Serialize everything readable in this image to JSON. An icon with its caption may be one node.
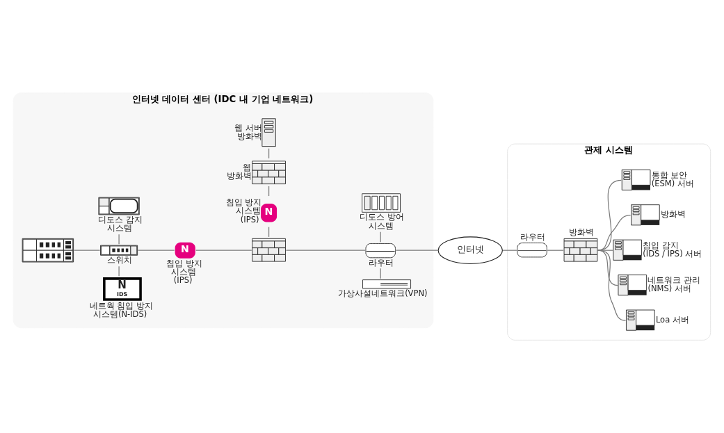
{
  "diagram": {
    "nodes": [
      {
        "text": [
          "인터넷 데이터 센터 (IDC 내 기업 네트워크)"
        ]
      },
      {
        "text": [
          "웹 서버 방화벽"
        ],
        "in": 0
      },
      {
        "text": [
          "웹 방화벽"
        ],
        "in": 0
      },
      {
        "text": [
          "디도스 감지 시스템"
        ],
        "in": 0
      },
      {
        "text": [
          "디도스 방어 시스템"
        ],
        "in": 0
      },
      {
        "text": [
          "침입 방지 시스템 (IPS)",
          "N"
        ],
        "in": 0
      },
      {
        "text": [],
        "shape": "picture",
        "in": 0
      },
      {
        "text": [
          "스위치"
        ],
        "in": 0
      },
      {
        "text": [
          "N",
          "침입 방지 시스템 (IPS)"
        ],
        "in": 0
      },
      {
        "text": [],
        "shape": "picture",
        "in": 0
      },
      {
        "text": [
          "라우터"
        ],
        "in": 0
      },
      {
        "text": [
          "N",
          "IDS",
          "네트웍 침입 방지 시스템(N-IDS)"
        ],
        "in": 0
      },
      {
        "text": [
          "가상사설네트워크(VPN)"
        ],
        "in": 0
      },
      {
        "text": [
          "인터넷"
        ]
      },
      {
        "text": [
          "관제 시스템"
        ]
      },
      {
        "text": [
          "라우터"
        ],
        "in": 14
      },
      {
        "text": [
          "방화벽"
        ],
        "in": 14
      },
      {
        "text": [
          "통합 보안 (ESM) 서버"
        ],
        "in": 14
      },
      {
        "text": [
          "방화벽"
        ],
        "in": 14
      },
      {
        "text": [
          "침입 감지 (IDS / IPS) 서버"
        ],
        "in": 14
      },
      {
        "text": [
          "네트워크 관리 (NMS) 서버"
        ],
        "in": 14
      },
      {
        "text": [
          "Loa 서버"
        ],
        "in": 14
      }
    ],
    "edges": [
      {
        "from": 2,
        "to": 1,
        "arrow": "none"
      },
      {
        "from": 5,
        "to": 2,
        "arrow": "none"
      },
      {
        "from": 9,
        "to": 5,
        "arrow": "none"
      },
      {
        "from": 6,
        "to": 7,
        "arrow": "none"
      },
      {
        "from": 7,
        "to": 3,
        "arrow": "none"
      },
      {
        "from": 7,
        "to": 8,
        "arrow": "none"
      },
      {
        "from": 8,
        "to": 9,
        "arrow": "none"
      },
      {
        "from": 9,
        "to": 10,
        "arrow": "none"
      },
      {
        "from": 10,
        "to": 4,
        "arrow": "none"
      },
      {
        "from": 11,
        "to": 7,
        "arrow": "none"
      },
      {
        "from": 12,
        "to": 10,
        "arrow": "none"
      },
      {
        "from": 10,
        "to": 13,
        "arrow": "none"
      },
      {
        "from": 13,
        "to": 15,
        "arrow": "none"
      },
      {
        "from": 15,
        "to": 16,
        "arrow": "none"
      },
      {
        "from": 16,
        "to": 17,
        "arrow": "none"
      },
      {
        "from": 16,
        "to": 18,
        "arrow": "none"
      },
      {
        "from": 16,
        "to": 19,
        "arrow": "none"
      },
      {
        "from": 16,
        "to": 20,
        "arrow": "none"
      },
      {
        "from": 16,
        "to": 21,
        "arrow": "none"
      }
    ]
  }
}
